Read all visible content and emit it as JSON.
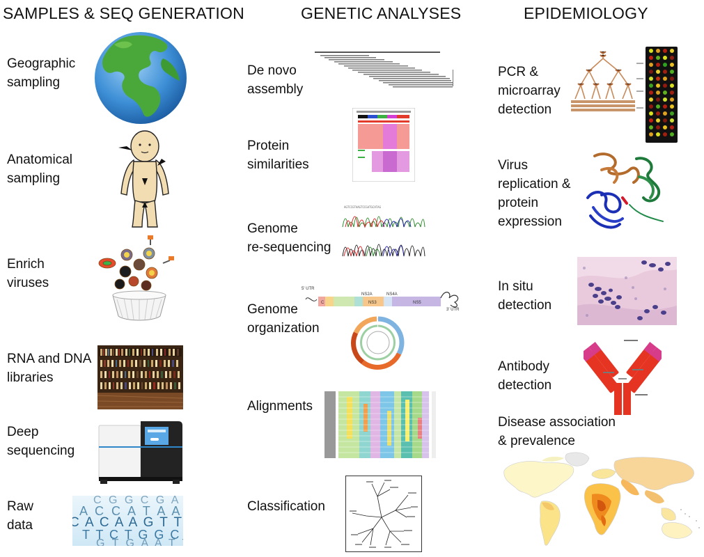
{
  "columns": [
    {
      "header": "SAMPLES & SEQ GENERATION",
      "items": [
        "Geographic\nsampling",
        "Anatomical\nsampling",
        "Enrich\nviruses",
        "RNA and DNA\nlibraries",
        "Deep\nsequencing",
        "Raw\ndata"
      ]
    },
    {
      "header": "GENETIC ANALYSES",
      "items": [
        "De novo\nassembly",
        "Protein\nsimilarities",
        "Genome\nre-sequencing",
        "Genome\norganization",
        "Alignments",
        "Classification"
      ]
    },
    {
      "header": "EPIDEMIOLOGY",
      "items": [
        "PCR &\nmicroarray\ndetection",
        "Virus\nreplication &\nprotein\nexpression",
        "In situ\ndetection",
        "Antibody\ndetection",
        "Disease association\n& prevalence"
      ]
    }
  ],
  "raw_data_letters": [
    "C G G C G A",
    "A C C A T A A",
    "C A C A A G T T A A",
    "T T C T G G C A T T",
    "G T G A A T T G C"
  ],
  "genome_labels": [
    "5' UTR",
    "3' UTR",
    "NS2A",
    "NS4A",
    "C",
    "NS3",
    "NS5"
  ]
}
